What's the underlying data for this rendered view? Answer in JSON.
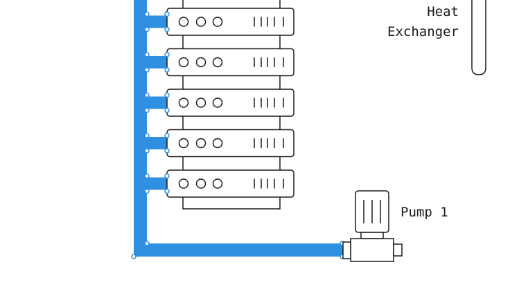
{
  "labels": {
    "heat_exchanger_line1": "Heat",
    "heat_exchanger_line2": "Exchanger",
    "pump": "Pump 1"
  },
  "servers": [
    {
      "id": "server-1"
    },
    {
      "id": "server-2"
    },
    {
      "id": "server-3"
    },
    {
      "id": "server-4"
    },
    {
      "id": "server-5"
    }
  ],
  "colors": {
    "pipe": "#2f8fe0",
    "outline": "#1a1a1a",
    "background": "#ffffff"
  }
}
